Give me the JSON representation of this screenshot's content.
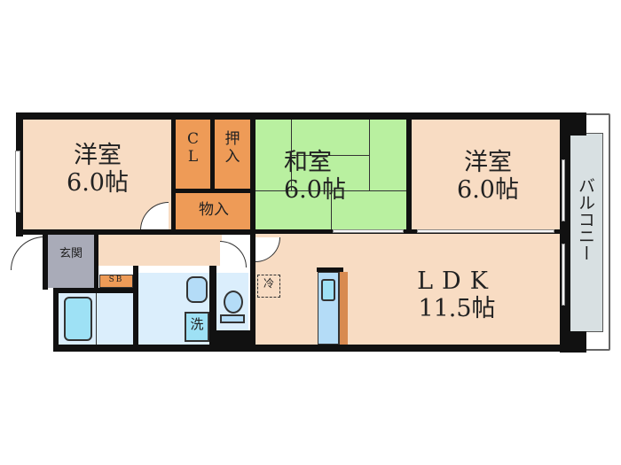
{
  "colors": {
    "western_room": "#f8dcc3",
    "japanese_room": "#b9f0a0",
    "storage": "#ee9b57",
    "entrance": "#a9abb8",
    "wet_area": "#dbeefc",
    "fixture": "#9ee1f5",
    "balcony": "#d8e0e2",
    "wall": "#111111"
  },
  "rooms": {
    "western_left": {
      "name": "洋室",
      "size": "6.0帖"
    },
    "closet": {
      "name_line1": "C",
      "name_line2": "L"
    },
    "oshiire": {
      "name_line1": "押",
      "name_line2": "入"
    },
    "monoire": {
      "name": "物入"
    },
    "japanese": {
      "name": "和室",
      "size": "6.0帖"
    },
    "western_right": {
      "name": "洋室",
      "size": "6.0帖"
    },
    "balcony": {
      "name": "バルコニー"
    },
    "entrance": {
      "name": "玄関"
    },
    "shoe_box": {
      "name": "SB"
    },
    "washer": {
      "name": "洗"
    },
    "fridge_space": {
      "name": "冷"
    },
    "ldk": {
      "name": "LDK",
      "size": "11.5帖"
    }
  }
}
